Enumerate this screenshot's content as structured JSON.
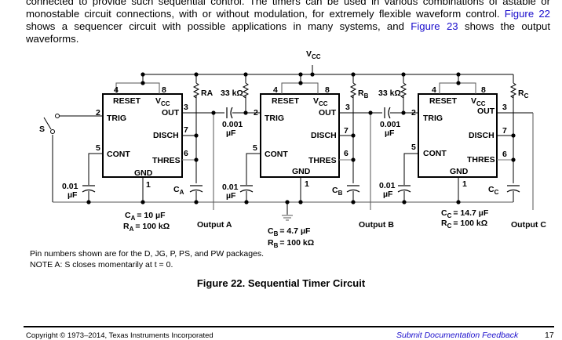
{
  "body_text": {
    "line1": "connected to provide such sequential control. The timers can be used in various combinations of astable or",
    "line2_pre": "monostable circuit connections, with or without modulation, for extremely flexible waveform control.",
    "line2_link": "Figure 22",
    "line3_pre": "shows a sequencer circuit with possible applications in many systems, and",
    "line3_link": "Figure 23",
    "line3_post": "shows the output",
    "line4": "waveforms."
  },
  "figure": {
    "vcc_label": "VCC",
    "switch_label": "S",
    "timers": [
      {
        "id": "A",
        "pins": {
          "reset": "4",
          "vcc": "8",
          "trig": "2",
          "out": "3",
          "disch": "7",
          "cont": "5",
          "thres": "6",
          "gnd": "1"
        },
        "labels": {
          "reset": "RESET",
          "vcc": "V",
          "vcc_sub": "CC",
          "trig": "TRIG",
          "out": "OUT",
          "disch": "DISCH",
          "cont": "CONT",
          "thres": "THRES",
          "gnd": "GND"
        },
        "resistor": "RA",
        "capacitor": "C",
        "capacitor_sub": "A",
        "cont_cap": "0.01",
        "cont_cap_unit": "µF",
        "value_c": "= 10  µF",
        "value_r": "= 100 kΩ",
        "output": "Output A"
      },
      {
        "id": "B",
        "pins": {
          "reset": "4",
          "vcc": "8",
          "trig": "2",
          "out": "3",
          "disch": "7",
          "cont": "5",
          "thres": "6",
          "gnd": "1"
        },
        "labels": {
          "reset": "RESET",
          "vcc": "V",
          "vcc_sub": "CC",
          "trig": "TRIG",
          "out": "OUT",
          "disch": "DISCH",
          "cont": "CONT",
          "thres": "THRES",
          "gnd": "GND"
        },
        "resistor": "R",
        "resistor_sub": "B",
        "capacitor": "C",
        "capacitor_sub": "B",
        "cont_cap": "0.01",
        "cont_cap_unit": "µF",
        "trig_res": "33 kΩ",
        "coupling_cap": "0.001",
        "coupling_cap_unit": "µF",
        "value_c": "= 4.7 µF",
        "value_r": "= 100 kΩ",
        "output": "Output B"
      },
      {
        "id": "C",
        "pins": {
          "reset": "4",
          "vcc": "8",
          "trig": "2",
          "out": "3",
          "disch": "7",
          "cont": "5",
          "thres": "6",
          "gnd": "1"
        },
        "labels": {
          "reset": "RESET",
          "vcc": "V",
          "vcc_sub": "CC",
          "trig": "TRIG",
          "out": "OUT",
          "disch": "DISCH",
          "cont": "CONT",
          "thres": "THRES",
          "gnd": "GND"
        },
        "resistor": "R",
        "resistor_sub": "C",
        "capacitor": "C",
        "capacitor_sub": "C",
        "cont_cap": "0.01",
        "cont_cap_unit": "µF",
        "trig_res": "33 kΩ",
        "coupling_cap": "0.001",
        "coupling_cap_unit": "µF",
        "value_c": "= 14.7 µF",
        "value_r": "= 100 kΩ",
        "output": "Output C"
      }
    ],
    "note_pins": "Pin numbers shown are for the D, JG, P, PS, and PW packages.",
    "note_a": "NOTE A:   S closes momentarily at t = 0.",
    "caption": "Figure 22.  Sequential Timer Circuit"
  },
  "footer": {
    "copyright": "Copyright © 1973–2014, Texas Instruments Incorporated",
    "feedback_link": "Submit Documentation Feedback",
    "page_number": "17"
  }
}
